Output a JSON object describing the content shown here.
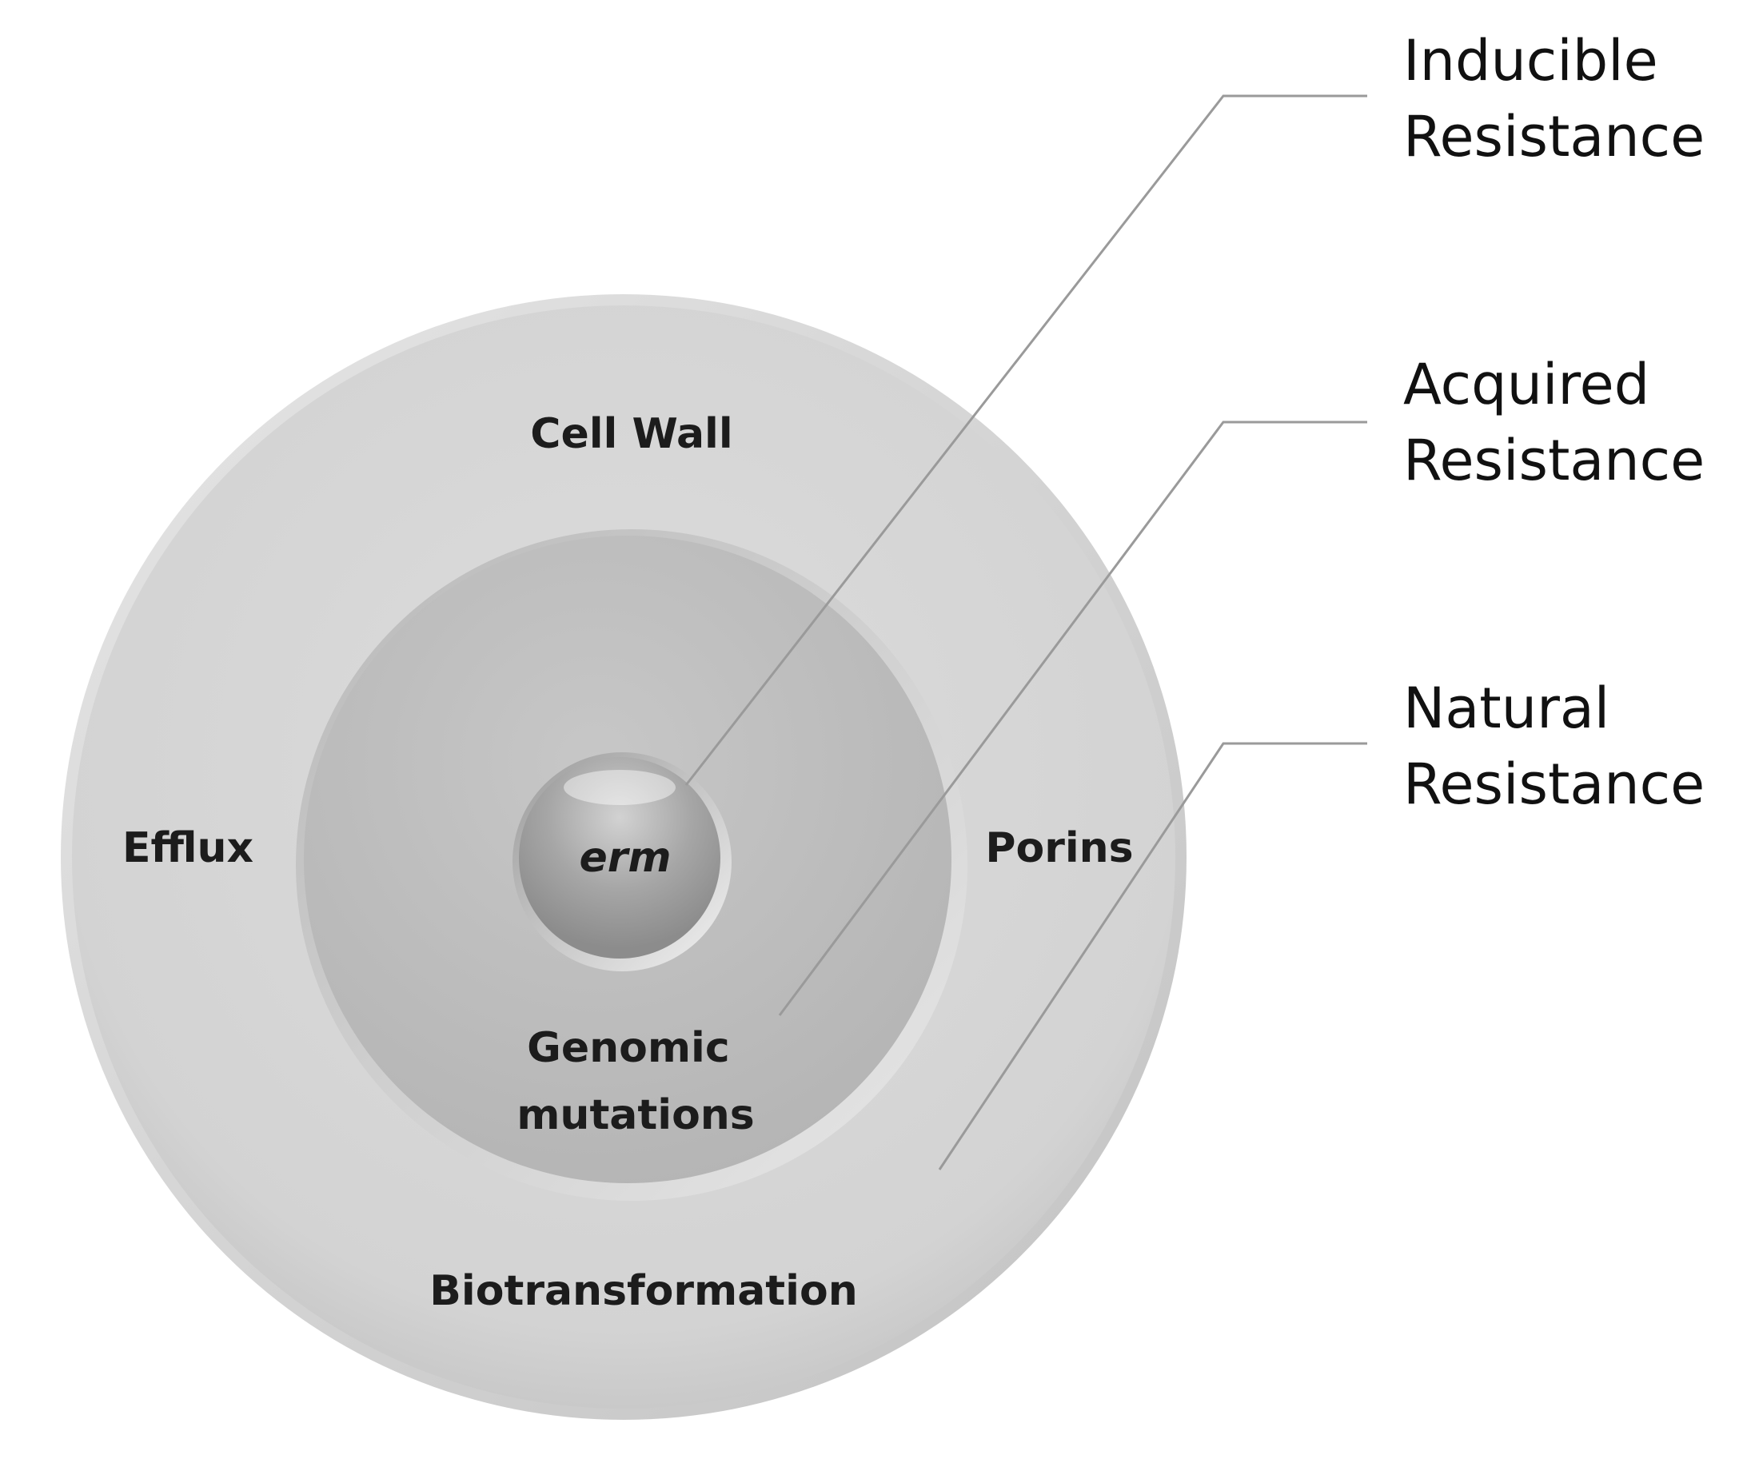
{
  "rings": {
    "outer": {
      "labels": {
        "top": "Cell Wall",
        "left": "Efflux",
        "right": "Porins",
        "bottom": "Biotransformation"
      }
    },
    "middle": {
      "label_line1": "Genomic",
      "label_line2": "mutations"
    },
    "core": {
      "label": "erm"
    }
  },
  "callouts": [
    {
      "line1": "Inducible",
      "line2": "Resistance",
      "target": "core"
    },
    {
      "line1": "Acquired",
      "line2": "Resistance",
      "target": "middle"
    },
    {
      "line1": "Natural",
      "line2": "Resistance",
      "target": "outer"
    }
  ],
  "colors": {
    "outer_ring": "#d6d6d6",
    "middle_ring": "#bdbdbd",
    "core": "#9e9e9e",
    "leader_line": "#9a9a9a",
    "text": "#1c1c1c"
  }
}
